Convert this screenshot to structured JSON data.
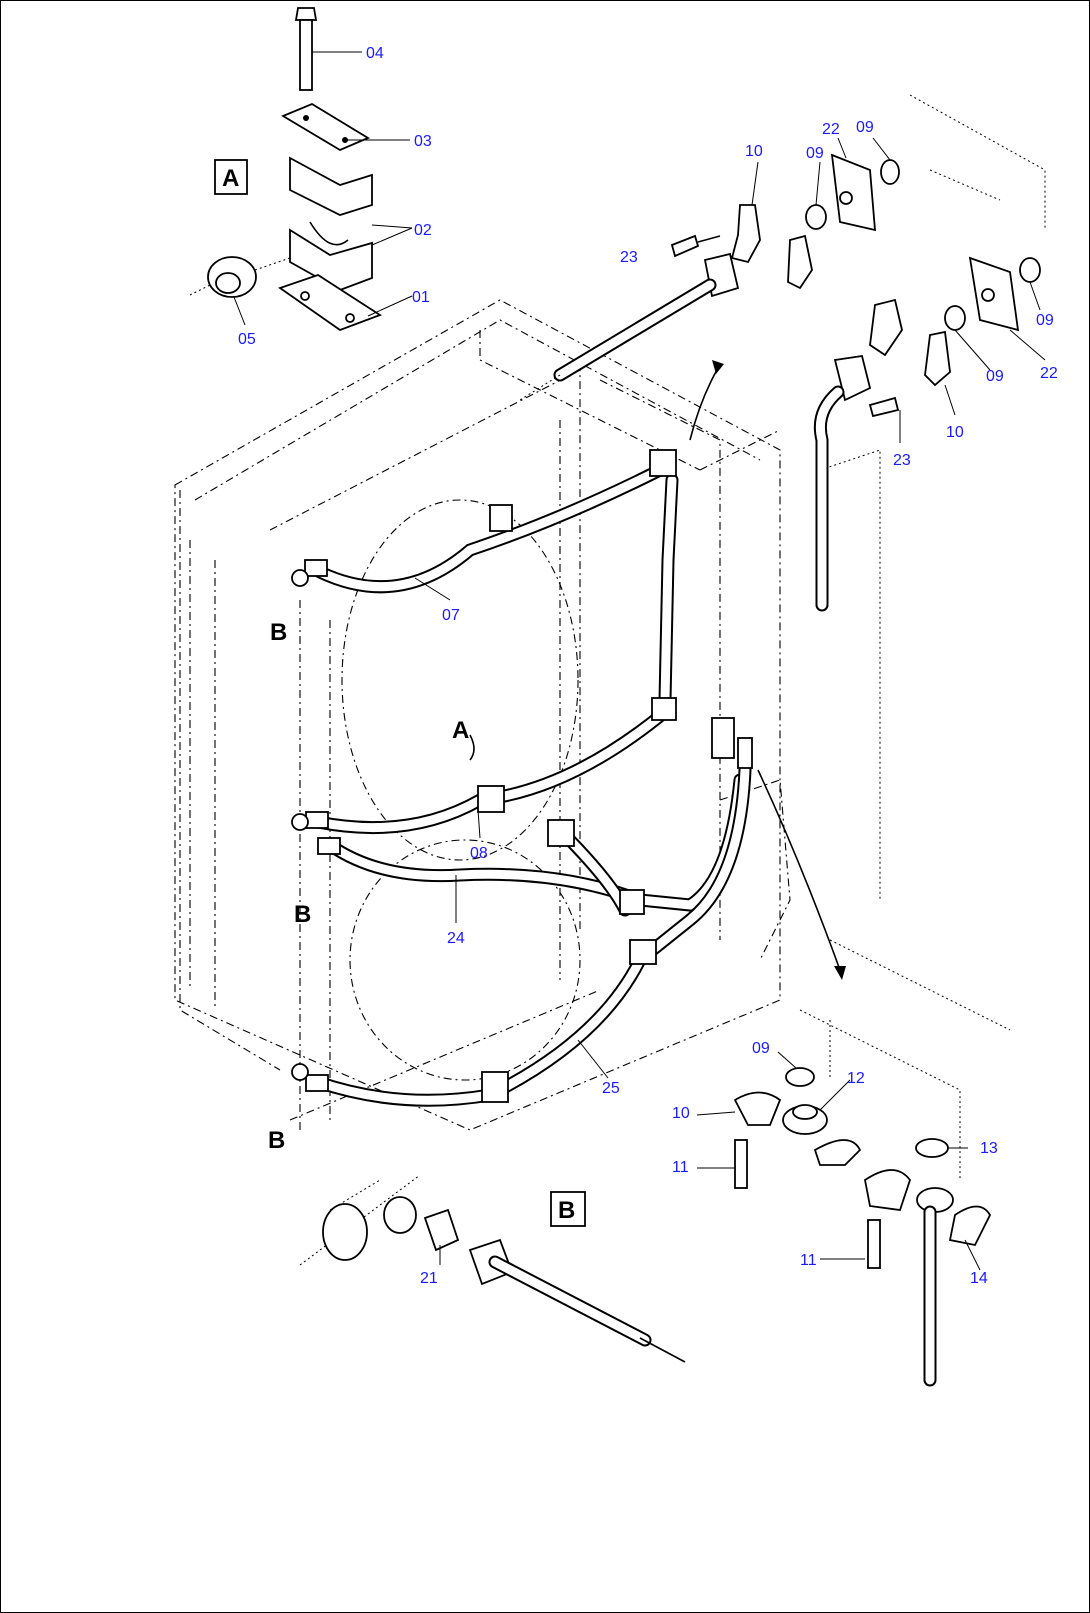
{
  "view_markers": {
    "a_box": "A",
    "a_pointer": "A",
    "b_box": "B",
    "b_left_top": "B",
    "b_left_mid": "B",
    "b_left_bottom": "B"
  },
  "part_numbers": {
    "p04": "04",
    "p03": "03",
    "p02": "02",
    "p01": "01",
    "p05": "05",
    "p10_top": "10",
    "p09_top_a": "09",
    "p22_top": "22",
    "p09_top_b": "09",
    "p23_top": "23",
    "p09_right_a": "09",
    "p09_right_b": "09",
    "p22_right": "22",
    "p10_right": "10",
    "p23_right": "23",
    "p07": "07",
    "p08": "08",
    "p24": "24",
    "p25": "25",
    "p09_bottom": "09",
    "p12": "12",
    "p10_bottom": "10",
    "p13": "13",
    "p11_a": "11",
    "p11_b": "11",
    "p14": "14",
    "p21": "21"
  },
  "colors": {
    "line": "#000000",
    "callout_text": "#1a1aff",
    "background": "#ffffff"
  }
}
